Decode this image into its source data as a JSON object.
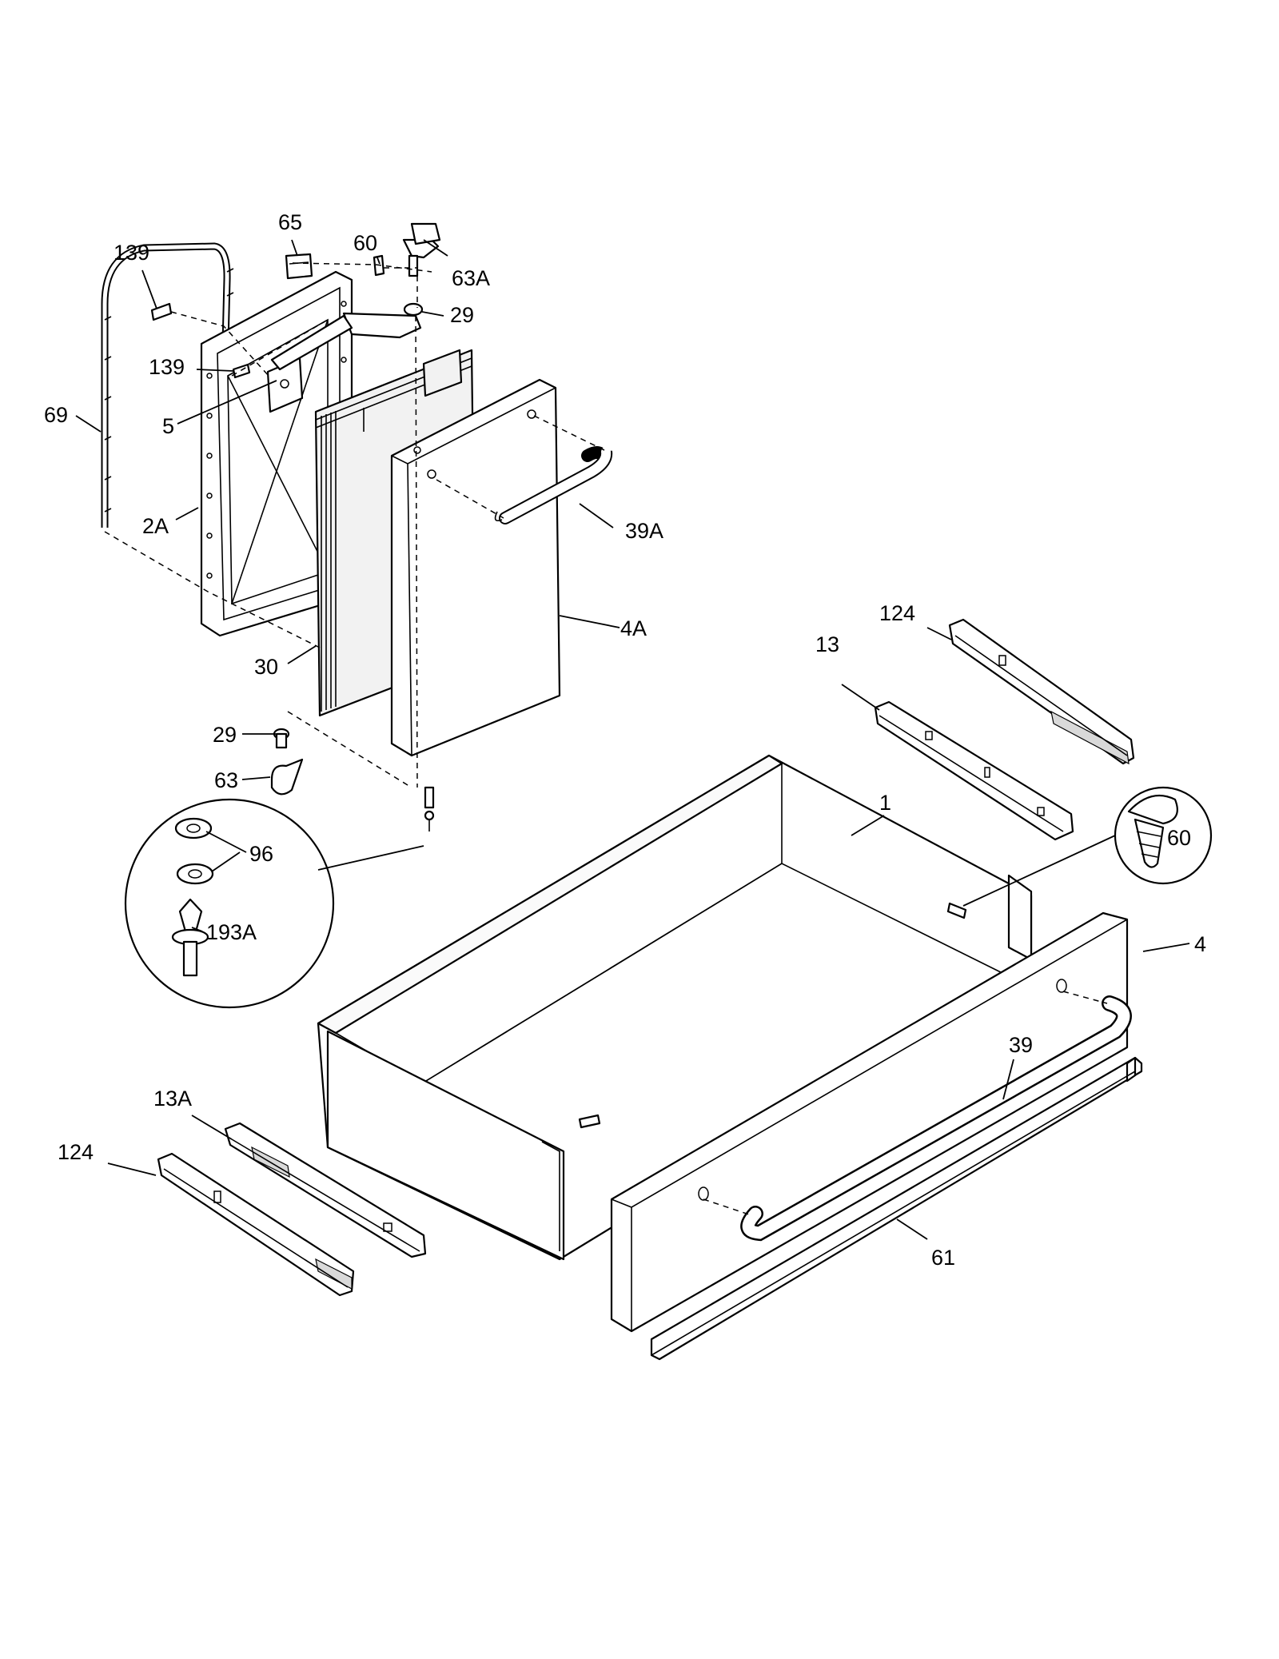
{
  "diagram": {
    "labels": {
      "p65": "65",
      "p139_top": "139",
      "p60_top": "60",
      "p63A": "63A",
      "p29_top": "29",
      "p139_mid": "139",
      "p69": "69",
      "p5": "5",
      "p2A": "2A",
      "p39A": "39A",
      "p4A": "4A",
      "p30": "30",
      "p124_right": "124",
      "p13": "13",
      "p29_bottom": "29",
      "p1": "1",
      "p63": "63",
      "p96": "96",
      "p60_circle": "60",
      "p193A": "193A",
      "p4": "4",
      "p39": "39",
      "p13A": "13A",
      "p124_left": "124",
      "p61": "61"
    }
  }
}
